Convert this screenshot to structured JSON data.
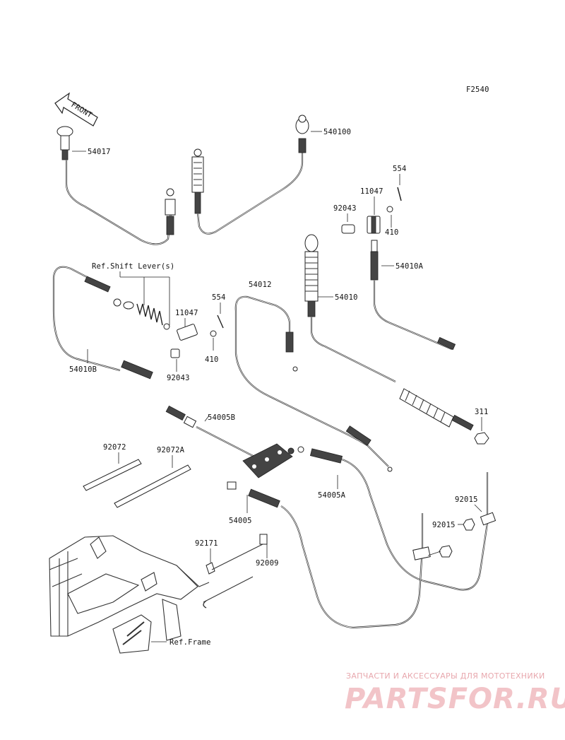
{
  "figure_id": "F2540",
  "front_label": "FRONT",
  "labels": {
    "p54017": "54017",
    "p540100": "540100",
    "p554_top": "554",
    "p11047_top": "11047",
    "p92043_top": "92043",
    "p410_top": "410",
    "p54010A": "54010A",
    "ref_shift_lever": "Ref.Shift Lever(s)",
    "p54012": "54012",
    "p54010": "54010",
    "p554_left": "554",
    "p11047_left": "11047",
    "p410_left": "410",
    "p92043_left": "92043",
    "p54010B": "54010B",
    "p311": "311",
    "p54005B": "54005B",
    "p92072": "92072",
    "p92072A": "92072A",
    "p54005A": "54005A",
    "p54005": "54005",
    "p92015_a": "92015",
    "p92015_b": "92015",
    "p92171": "92171",
    "p92009": "92009",
    "ref_frame": "Ref.Frame"
  },
  "watermark": {
    "tagline": "ЗАПЧАСТИ И АКСЕССУАРЫ ДЛЯ МОТОТЕХНИКИ",
    "logo": "PARTSFOR.RU"
  }
}
